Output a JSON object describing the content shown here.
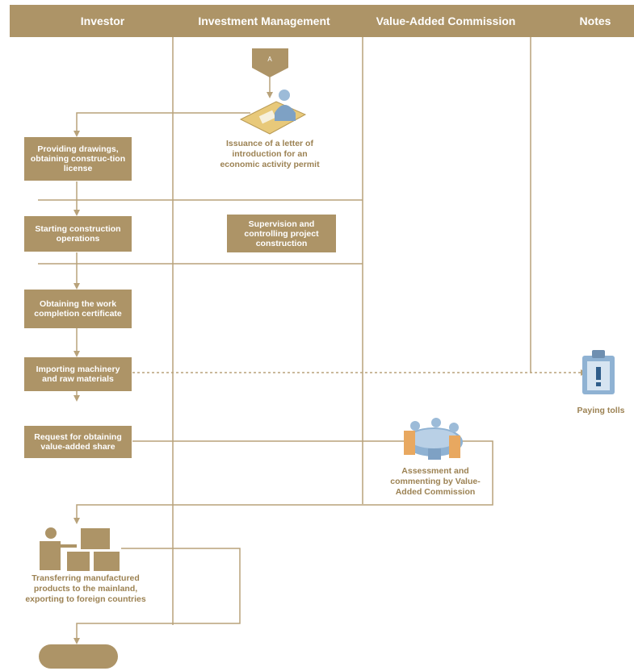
{
  "header": {
    "col_investor": "Investor",
    "col_investment": "Investment Management",
    "col_value_added": "Value-Added Commission",
    "col_notes": "Notes"
  },
  "connector": {
    "label": "A"
  },
  "steps": {
    "issuance": "Issuance of a letter of introduction for an economic activity permit",
    "drawings": "Providing drawings, obtaining construc-tion license",
    "starting": "Starting construction operations",
    "supervision": "Supervision and controlling project construction",
    "completion": "Obtaining the work completion certificate",
    "importing": "Importing machinery and raw materials",
    "paying": "Paying tolls",
    "request": "Request for obtaining value-added share",
    "assessment": "Assessment and commenting by Value-Added Commission",
    "transfer": "Transferring manufactured products to the mainland, exporting to foreign countries"
  },
  "colors": {
    "accent": "#ad9467",
    "text_accent": "#9c8253",
    "line": "#b8a27a"
  }
}
